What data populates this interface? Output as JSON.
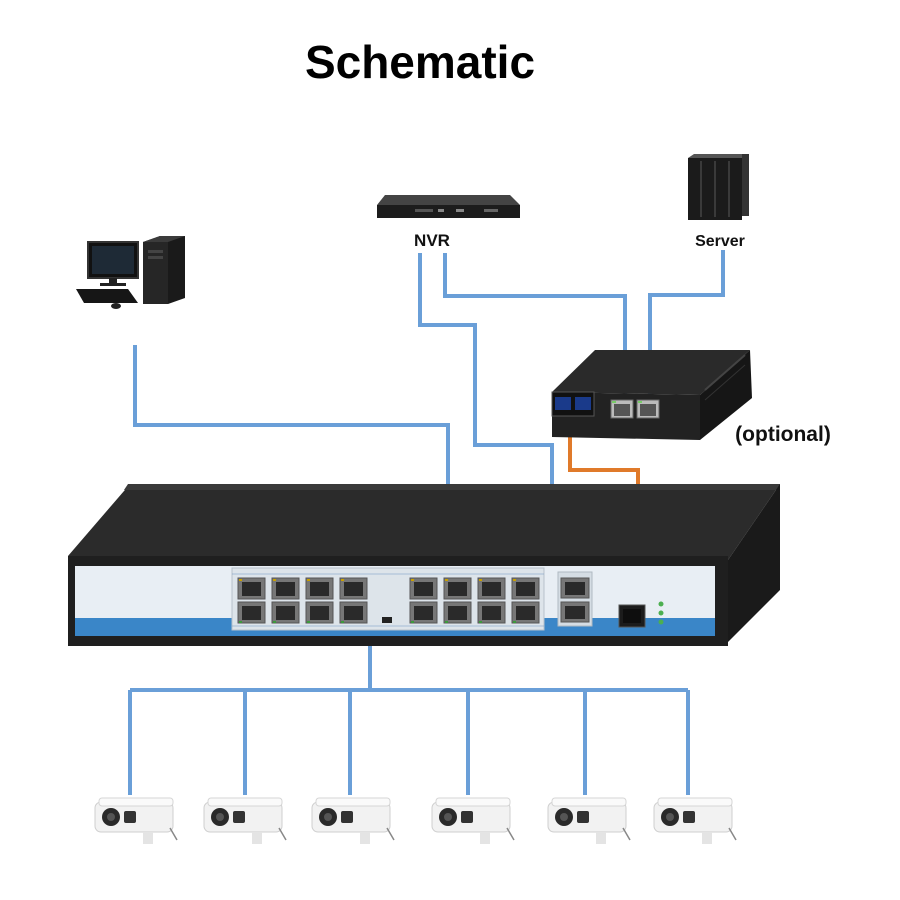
{
  "title": "Schematic",
  "labels": {
    "nvr": "NVR",
    "server": "Server",
    "optional": "(optional)"
  },
  "colors": {
    "ethernet_cable": "#6a9fd8",
    "fiber_cable": "#e07a2a",
    "switch_body": "#2b2b2b",
    "switch_front": "#e8eef4",
    "switch_trim": "#3a86c8"
  },
  "icons": {
    "desktop": "desktop-computer-icon",
    "nvr": "nvr-recorder-icon",
    "server": "server-rack-icon",
    "converter": "media-converter-icon",
    "switch": "poe-switch-icon",
    "camera": "bullet-camera-icon"
  },
  "switch": {
    "poe_ports": 16,
    "uplink_ports": 2,
    "sfp_ports": 1
  },
  "cameras": {
    "count": 6
  }
}
